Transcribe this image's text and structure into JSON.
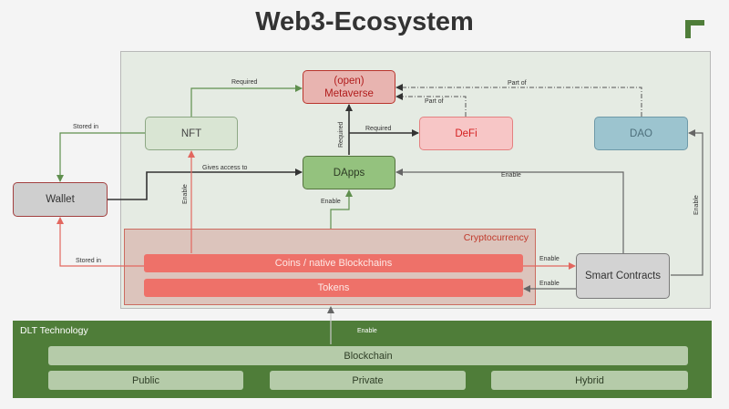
{
  "title": "Web3-Ecosystem",
  "nodes": {
    "metaverse_line1": "(open)",
    "metaverse_line2": "Metaverse",
    "nft": "NFT",
    "defi": "DeFi",
    "dao": "DAO",
    "dapps": "DApps",
    "wallet": "Wallet",
    "smart_contracts": "Smart Contracts"
  },
  "cryptocurrency": {
    "label": "Cryptocurrency",
    "coins": "Coins / native Blockchains",
    "tokens": "Tokens"
  },
  "dlt": {
    "label": "DLT Technology",
    "blockchain": "Blockchain",
    "types": [
      "Public",
      "Private",
      "Hybrid"
    ]
  },
  "edge_labels": {
    "required_nft": "Required",
    "part_of_dao": "Part of",
    "part_of_defi": "Part of",
    "stored_in_nft": "Stored in",
    "required_defi": "Required",
    "required_dapps": "Required",
    "gives_access_to": "Gives access to",
    "enable_smart_dapps": "Enable",
    "enable_coins_nft": "Enable",
    "enable_crypto_dapps": "Enable",
    "enable_smart_dao": "Enable",
    "stored_in_coins": "Stored in",
    "enable_coins_smart": "Enable",
    "enable_smart_tokens": "Enable",
    "enable_dlt": "Enable"
  },
  "colors": {
    "green_arrow": "#5f8f4e",
    "red_arrow": "#e2675f",
    "dark_arrow": "#333333",
    "dlt_background": "#4f7d39"
  }
}
